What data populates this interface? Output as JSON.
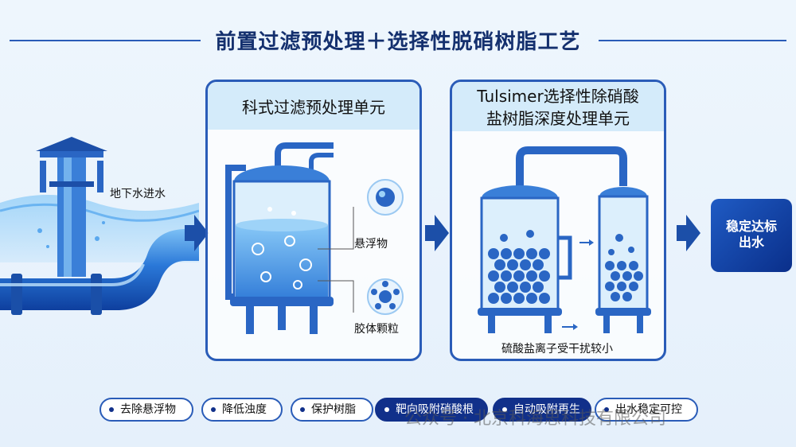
{
  "title": "前置过滤预处理＋选择性脱硝树脂工艺",
  "intake": {
    "label": "地下水进水"
  },
  "filter_unit": {
    "heading": "科式过滤预处理单元",
    "label_suspended": "悬浮物",
    "label_colloid": "胶体颗粒"
  },
  "resin_unit": {
    "heading_line1": "Tulsimer选择性除硝酸",
    "heading_line2": "盐树脂深度处理单元",
    "note": "硫酸盐离子受干扰较小"
  },
  "output": {
    "line1": "稳定达标",
    "line2": "出水"
  },
  "features": [
    {
      "label": "去除悬浮物",
      "style": "light"
    },
    {
      "label": "降低浊度",
      "style": "light"
    },
    {
      "label": "保护树脂",
      "style": "light"
    },
    {
      "label": "靶向吸附硝酸根",
      "style": "dark"
    },
    {
      "label": "自动吸附再生",
      "style": "dark"
    },
    {
      "label": "出水稳定可控",
      "style": "light"
    }
  ],
  "watermark": "公众号 · 北京科海思科技有限公司",
  "colors": {
    "primary": "#2a5cb8",
    "dark": "#11308a",
    "water": "#3d8fe8",
    "panel_head": "#d4ebfa"
  }
}
